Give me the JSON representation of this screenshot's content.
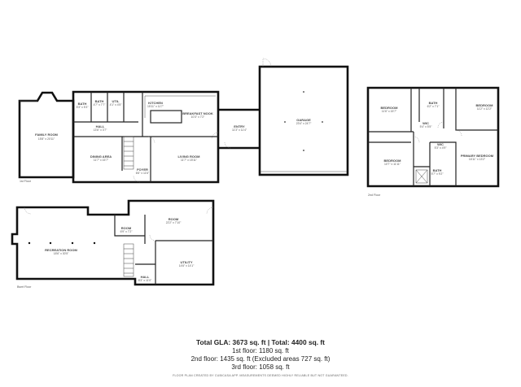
{
  "rooms": {
    "family_room": {
      "name": "FAMILY ROOM",
      "dims": "15'8\" x 20'11\""
    },
    "bath_l": {
      "name": "BATH",
      "dims": "5'3\" x 5'3\""
    },
    "bath_s": {
      "name": "BATH",
      "dims": "4'7\" x 7'7\""
    },
    "utility": {
      "name": "UTIL",
      "dims": "4'1\" x 4'5\""
    },
    "kitchen": {
      "name": "KITCHEN",
      "dims": "15'11\" x 11'7\""
    },
    "breakfast_nook": {
      "name": "BREAKFAST NOOK",
      "dims": "10'3\" x 7'2\""
    },
    "hall_1": {
      "name": "HALL",
      "dims": "13'6\" x 3'7\""
    },
    "dining_area": {
      "name": "DINING AREA",
      "dims": "11'7\" x 15'7\""
    },
    "living_room": {
      "name": "LIVING ROOM",
      "dims": "11'7\" x 15'11\""
    },
    "foyer": {
      "name": "FOYER",
      "dims": "6'6\" x 11'6\""
    },
    "entry": {
      "name": "ENTRY",
      "dims": "11'3\" x 11'4\""
    },
    "garage": {
      "name": "GARAGE",
      "dims": "23'4\" x 24'7\""
    },
    "bedroom_1": {
      "name": "BEDROOM",
      "dims": "11'6\" x 15'7\""
    },
    "bath_2a": {
      "name": "BATH",
      "dims": "6'2\" x 7'1\""
    },
    "bedroom_2": {
      "name": "BEDROOM",
      "dims": "11'2\" x 12'2\""
    },
    "wic": {
      "name": "WIC",
      "dims": "5'4\" x 5'5\""
    },
    "wic_2": {
      "name": "WIC",
      "dims": "5'3\" x 4'9\""
    },
    "bedroom_3": {
      "name": "BEDROOM",
      "dims": "10'7\" x 11'11\""
    },
    "primary_bedroom": {
      "name": "PRIMARY BEDROOM",
      "dims": "16'11\" x 13'2\""
    },
    "bath_2b": {
      "name": "BATH",
      "dims": "5'7\" x 9'2\""
    },
    "recreation_room": {
      "name": "RECREATION ROOM",
      "dims": "18'6\" x 30'5\""
    },
    "room_small": {
      "name": "ROOM",
      "dims": "6'9\" x 7'2\""
    },
    "room_large": {
      "name": "ROOM",
      "dims": "22'2\" x 7'10\""
    },
    "utility_b": {
      "name": "UTILITY",
      "dims": "14'6\" x 14'1\""
    },
    "hall_b": {
      "name": "HALL",
      "dims": "8'3\" x 11'0\""
    }
  },
  "floor_tags": {
    "first": "1st Floor",
    "second": "2nd Floor",
    "basement": "Bsmt Floor"
  },
  "summary": {
    "total": "Total GLA: 3673 sq. ft | Total: 4400 sq. ft",
    "first": "1st floor: 1180 sq. ft",
    "second": "2nd floor: 1435 sq. ft (Excluded areas 727 sq. ft)",
    "third": "3rd floor: 1058 sq. ft",
    "footer": "FLOOR PLAN CREATED BY CUBICASA APP. MEASUREMENTS DEEMED HIGHLY RELIABLE BUT NOT GUARANTEED."
  }
}
